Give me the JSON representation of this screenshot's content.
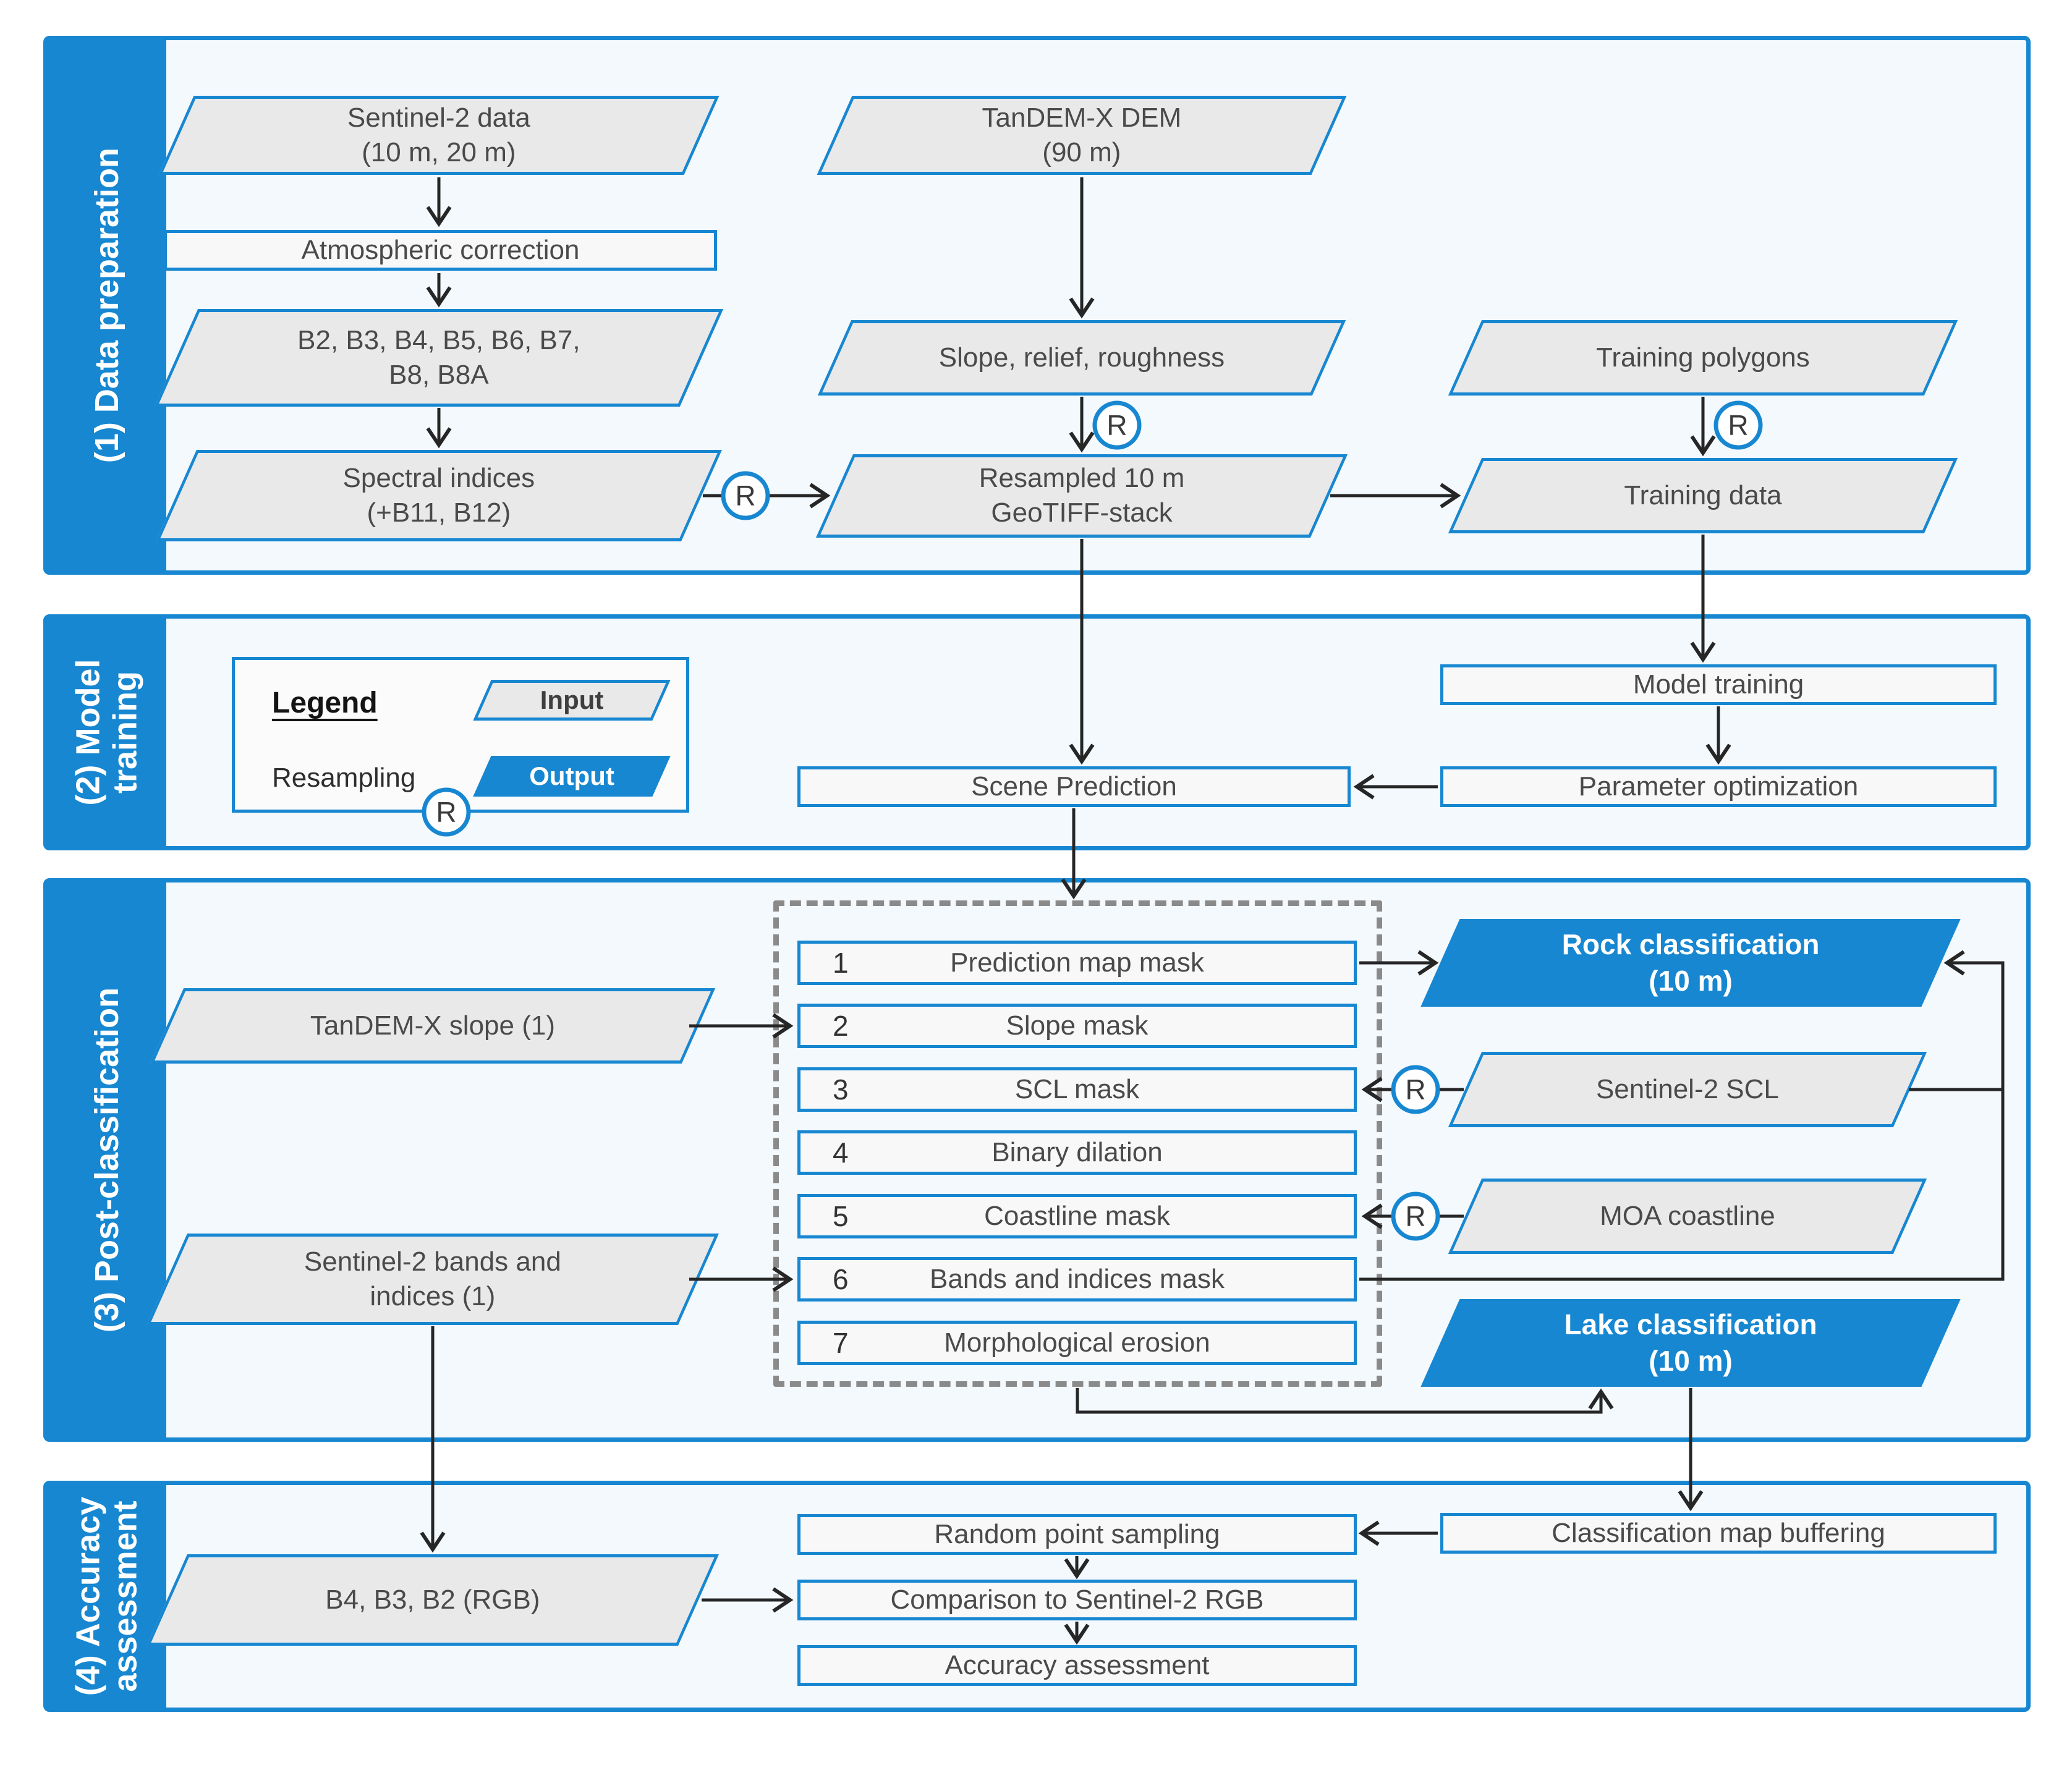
{
  "palette": {
    "blue": "#1787d1",
    "section_background": "#f3f9fd",
    "input_fill": "#e9e9e9",
    "process_fill": "#f8f8f8",
    "line_color": "#262626",
    "dashed_border": "#8a8a8a",
    "text_color": "#4a4a4a"
  },
  "sections": [
    {
      "label": "(1) Data preparation"
    },
    {
      "label": "(2) Model training"
    },
    {
      "label": "(3) Post-classification"
    },
    {
      "label": "(4) Accuracy assessment"
    }
  ],
  "legend": {
    "title": "Legend",
    "resampling_label": "Resampling",
    "input_label": "Input",
    "output_label": "Output"
  },
  "symbols": {
    "resampling": "R"
  },
  "nodes": {
    "sent2_data": {
      "line1": "Sentinel-2 data",
      "line2": "(10 m, 20 m)"
    },
    "tandem_dem": {
      "line1": "TanDEM-X DEM",
      "line2": "(90 m)"
    },
    "atm_corr": {
      "label": "Atmospheric correction"
    },
    "bands": {
      "line1": "B2, B3, B4, B5, B6, B7,",
      "line2": "B8, B8A"
    },
    "slope_relief": {
      "label": "Slope, relief, roughness"
    },
    "train_poly": {
      "label": "Training polygons"
    },
    "spectral": {
      "line1": "Spectral indices",
      "line2": "(+B11, B12)"
    },
    "resampled": {
      "line1": "Resampled 10 m",
      "line2": "GeoTIFF-stack"
    },
    "train_data": {
      "label": "Training data"
    },
    "model_training": {
      "label": "Model training"
    },
    "param_opt": {
      "label": "Parameter optimization"
    },
    "scene_pred": {
      "label": "Scene Prediction"
    },
    "tandem_slope": {
      "label": "TanDEM-X slope (1)"
    },
    "s2_bands_idx": {
      "line1": "Sentinel-2 bands and",
      "line2": "indices (1)"
    },
    "rock": {
      "line1": "Rock classification",
      "line2": "(10 m)"
    },
    "s2_scl": {
      "label": "Sentinel-2 SCL"
    },
    "moa": {
      "label": "MOA coastline"
    },
    "lake": {
      "line1": "Lake classification",
      "line2": "(10 m)"
    },
    "b4b3b2": {
      "label": "B4, B3, B2 (RGB)"
    },
    "random_pt": {
      "label": "Random point sampling"
    },
    "class_buffer": {
      "label": "Classification map buffering"
    },
    "comparison": {
      "label": "Comparison to Sentinel-2 RGB"
    },
    "accuracy": {
      "label": "Accuracy assessment"
    }
  },
  "steps": [
    {
      "num": "1",
      "label": "Prediction map mask"
    },
    {
      "num": "2",
      "label": "Slope mask"
    },
    {
      "num": "3",
      "label": "SCL mask"
    },
    {
      "num": "4",
      "label": "Binary dilation"
    },
    {
      "num": "5",
      "label": "Coastline mask"
    },
    {
      "num": "6",
      "label": "Bands and indices mask"
    },
    {
      "num": "7",
      "label": "Morphological erosion"
    }
  ]
}
